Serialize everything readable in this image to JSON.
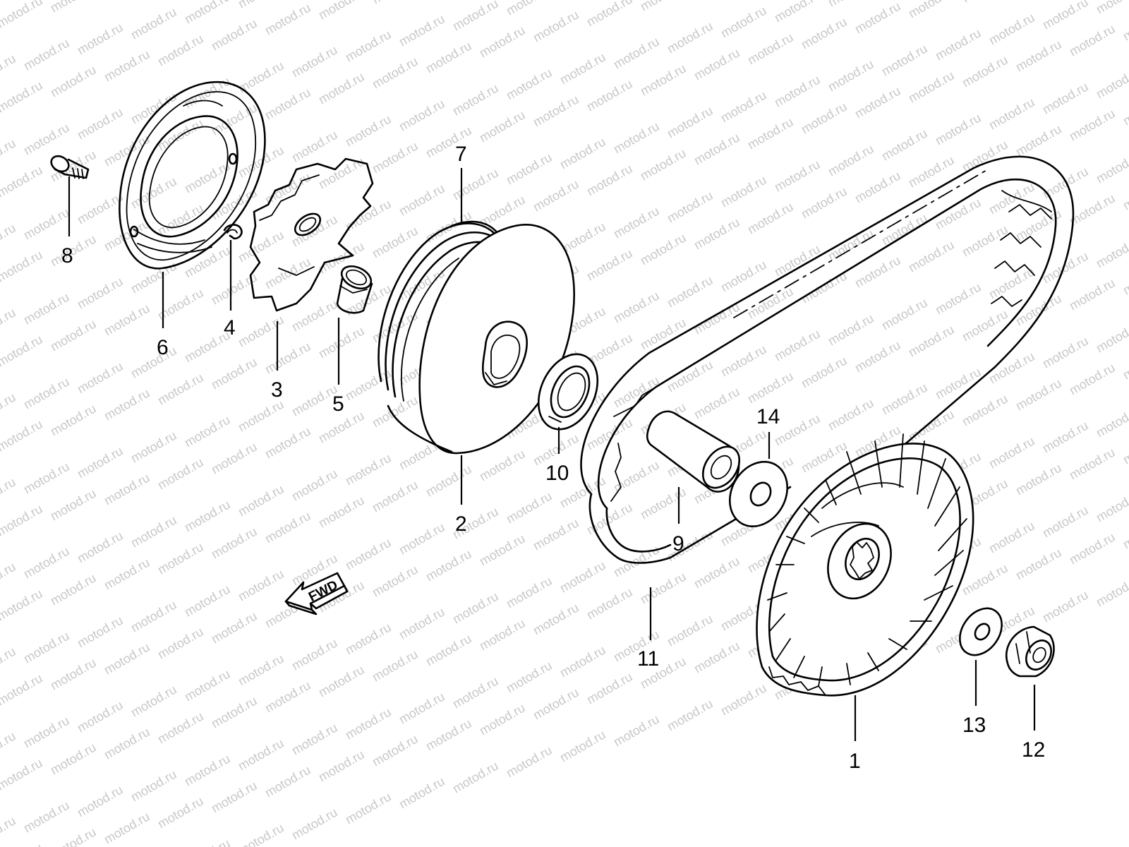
{
  "watermark": {
    "text": "motod.ru",
    "color": "#c8c8c8"
  },
  "fwd_arrow": {
    "label": "FWD"
  },
  "parts": [
    {
      "id": "1",
      "name": "1"
    },
    {
      "id": "2",
      "name": "2"
    },
    {
      "id": "3",
      "name": "3"
    },
    {
      "id": "4",
      "name": "4"
    },
    {
      "id": "5",
      "name": "5"
    },
    {
      "id": "6",
      "name": "6"
    },
    {
      "id": "7",
      "name": "7"
    },
    {
      "id": "8",
      "name": "8"
    },
    {
      "id": "9",
      "name": "9"
    },
    {
      "id": "10",
      "name": "10"
    },
    {
      "id": "11",
      "name": "11"
    },
    {
      "id": "12",
      "name": "12"
    },
    {
      "id": "13",
      "name": "13"
    },
    {
      "id": "14",
      "name": "14"
    }
  ]
}
